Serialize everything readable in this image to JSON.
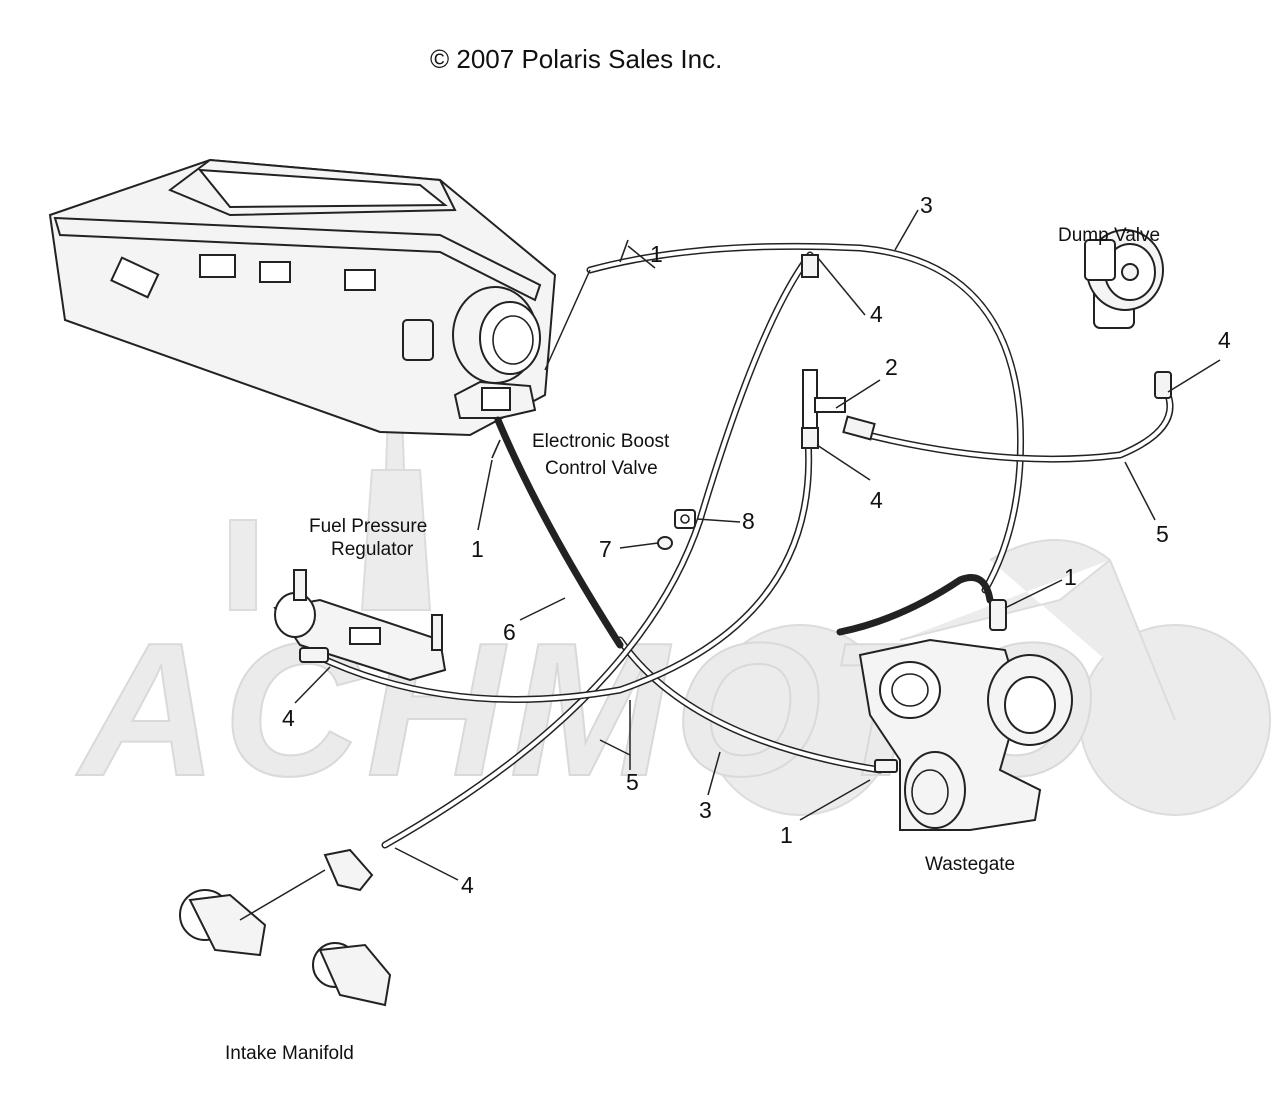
{
  "copyright": "© 2007 Polaris Sales Inc.",
  "watermark": "ACHMOTO",
  "labels": {
    "dump_valve": "Dump Valve",
    "boost_valve_line1": "Electronic Boost",
    "boost_valve_line2": "Control Valve",
    "fuel_reg_line1": "Fuel Pressure",
    "fuel_reg_line2": "Regulator",
    "wastegate": "Wastegate",
    "intake_manifold": "Intake Manifold"
  },
  "callouts": {
    "c1a": "1",
    "c1b": "1",
    "c1c": "1",
    "c1d": "1",
    "c2": "2",
    "c3a": "3",
    "c3b": "3",
    "c4a": "4",
    "c4b": "4",
    "c4c": "4",
    "c4d": "4",
    "c4e": "4",
    "c5a": "5",
    "c5b": "5",
    "c6": "6",
    "c7": "7",
    "c8": "8"
  }
}
